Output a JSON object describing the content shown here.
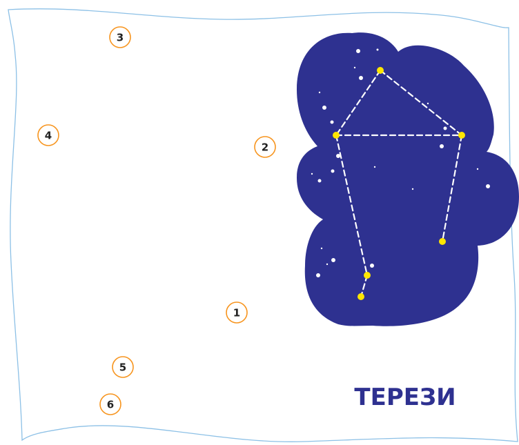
{
  "colors": {
    "paper_edge": "#8cc0e6",
    "sky": "#2e3190",
    "constellation_star": "#ffe600",
    "background_star": "#ffffff",
    "badge_stroke": "#f7941d",
    "badge_text": "#222222",
    "title": "#2e3190"
  },
  "title": "ТЕРЕЗИ",
  "badges": [
    {
      "label": "1"
    },
    {
      "label": "2"
    },
    {
      "label": "3"
    },
    {
      "label": "4"
    },
    {
      "label": "5"
    },
    {
      "label": "6"
    }
  ]
}
